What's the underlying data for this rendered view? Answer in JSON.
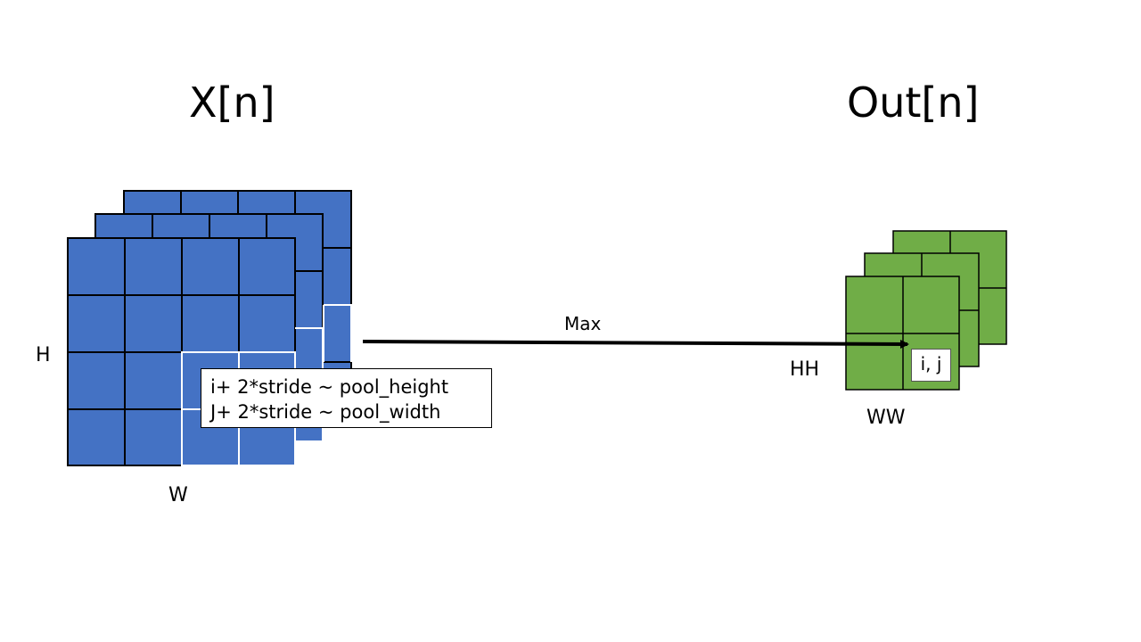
{
  "titles": {
    "input": "X[n]",
    "output": "Out[n]"
  },
  "dimensions": {
    "height": "H",
    "width": "W",
    "out_height": "HH",
    "out_width": "WW"
  },
  "arrow_label": "Max",
  "formula": {
    "line1": "i+ 2*stride  ~  pool_height",
    "line2": "J+ 2*stride  ~  pool_width"
  },
  "output_cell_label": "i, j",
  "colors": {
    "input_fill": "#4472c4",
    "output_fill": "#70ad47",
    "grid_line": "#000000",
    "window_line": "#ffffff"
  }
}
